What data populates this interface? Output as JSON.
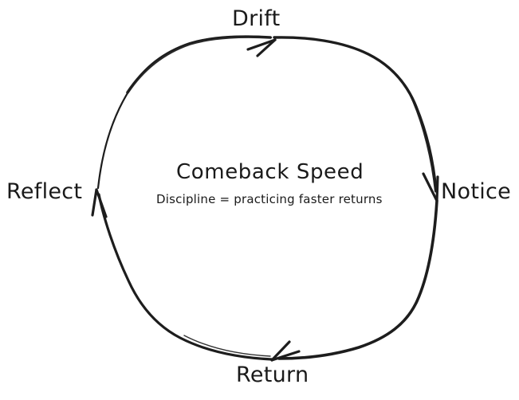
{
  "diagram": {
    "kind": "cycle-diagram",
    "background_color": "#ffffff",
    "stroke_color": "#1d1d1d",
    "text_color": "#1a1a1a",
    "center": {
      "title": "Comeback Speed",
      "subtitle": "Discipline = practicing faster returns"
    },
    "nodes": [
      {
        "id": "drift",
        "label": "Drift",
        "position": "top"
      },
      {
        "id": "notice",
        "label": "Notice",
        "position": "right"
      },
      {
        "id": "return",
        "label": "Return",
        "position": "bottom"
      },
      {
        "id": "reflect",
        "label": "Reflect",
        "position": "left"
      }
    ],
    "edges": [
      {
        "id": "reflect-to-drift",
        "from": "Reflect",
        "to": "Drift",
        "arrowhead": "at-drift"
      },
      {
        "id": "drift-to-notice",
        "from": "Drift",
        "to": "Notice",
        "arrowhead": "at-notice"
      },
      {
        "id": "notice-to-return",
        "from": "Notice",
        "to": "Return",
        "arrowhead": "at-return"
      },
      {
        "id": "return-to-reflect",
        "from": "Return",
        "to": "Reflect",
        "arrowhead": "at-reflect"
      }
    ]
  }
}
